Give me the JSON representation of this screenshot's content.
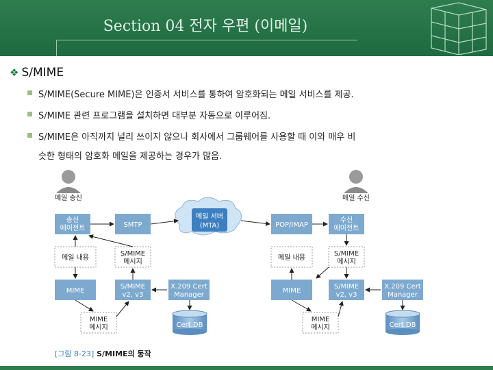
{
  "header": {
    "title": "Section 04 전자 우편 (이메일)"
  },
  "heading": "S/MIME",
  "bullets": [
    "S/MIME(Secure MIME)은 인증서 서비스를 통하여 암호화되는 메일 서비스를 제공.",
    "S/MIME 관련 프로그램을 설치하면 대부분 자동으로 이루어짐.",
    "S/MIME은 아직까지 널리 쓰이지 않으나 회사에서 그룹웨어를 사용할 때 이와 매우 비",
    "슷한 형태의 암호화 메일을 제공하는 경우가 많음."
  ],
  "diagram": {
    "sender_label": "메일 송신",
    "receiver_label": "메일 수신",
    "mta_line1": "메일 서버",
    "mta_line2": "(MTA)",
    "left": {
      "agent1": "송신",
      "agent2": "에이전트",
      "smtp": "SMTP",
      "mail_content": "메일 내용",
      "smime1": "S/MIME",
      "smime2": "메시지",
      "mime": "MIME",
      "smimev1": "S/MIME",
      "smimev2": "v2, v3",
      "cert1": "X.209 Cert",
      "cert2": "Manager",
      "mimemsg1": "MIME",
      "mimemsg2": "메시지",
      "db": "Cert.DB"
    },
    "right": {
      "pop": "POP/IMAP",
      "agent1": "수신",
      "agent2": "에이전트",
      "mail_content": "메일 내용",
      "smime1": "S/MIME",
      "smime2": "메시지",
      "mime": "MIME",
      "smimev1": "S/MIME",
      "smimev2": "v2, v3",
      "cert1": "X.209 Cert",
      "cert2": "Manager",
      "mimemsg1": "MIME",
      "mimemsg2": "메시지",
      "db": "Cert.DB"
    },
    "caption_num": "[그림 8-23]",
    "caption_text": " S/MIME의 동작"
  },
  "colors": {
    "header": "#2e7d4f",
    "box_blue": "#7ea9cf",
    "accent": "#1e7d45"
  }
}
